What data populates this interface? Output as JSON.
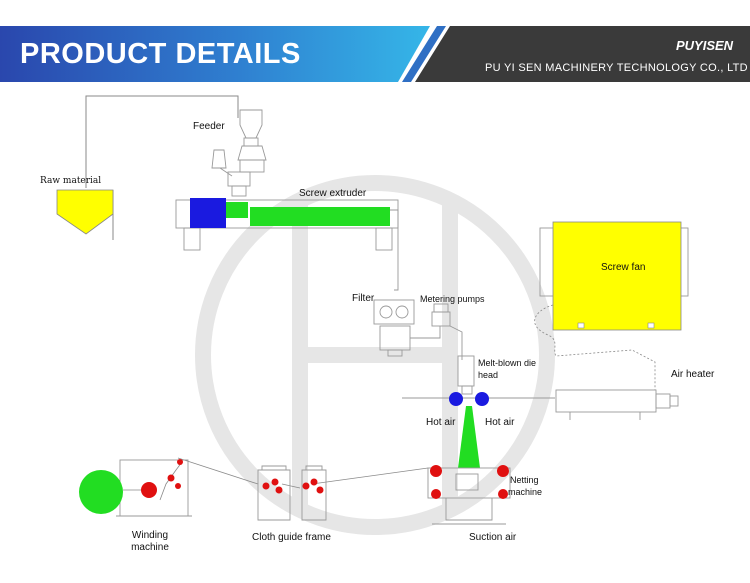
{
  "header": {
    "title": "PRODUCT DETAILS",
    "brand": "PUYISEN",
    "company": "PU YI SEN MACHINERY TECHNOLOGY CO., LTD"
  },
  "labels": {
    "raw_material": "Raw material",
    "feeder": "Feeder",
    "screw_extruder": "Screw extruder",
    "screw_fan": "Screw fan",
    "filter": "Filter",
    "metering_pumps": "Metering pumps",
    "melt_blown_die_1": "Melt-blown die",
    "melt_blown_die_2": "head",
    "air_heater": "Air heater",
    "hot_air_left": "Hot air",
    "hot_air_right": "Hot air",
    "netting_1": "Netting",
    "netting_2": "machine",
    "winding_1": "Winding",
    "winding_2": "machine",
    "cloth_guide_frame": "Cloth guide frame",
    "suction_air": "Suction air"
  },
  "colors": {
    "header_blue": "#2c4fb3",
    "header_cyan": "#35b4e6",
    "header_dark": "#3a3a3a",
    "yellow": "#ffff00",
    "green": "#22dd22",
    "blue": "#1a1ae0",
    "red": "#e01010",
    "line": "#8a8a8a",
    "watermark": "#e6e6e6"
  }
}
